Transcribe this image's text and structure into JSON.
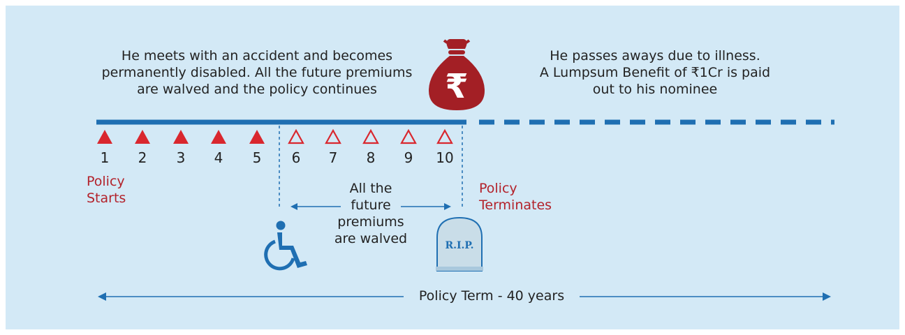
{
  "accident_note": {
    "line1": "He meets with an accident and becomes",
    "line2": "permanently disabled. All the future premiums",
    "line3": "are walved and the policy continues"
  },
  "death_note": {
    "line1": "He passes aways due to illness.",
    "line2": "A Lumpsum Benefit of ₹1Cr is paid",
    "line3": "out to his nominee"
  },
  "money_bag": {
    "symbol": "₹"
  },
  "years": [
    {
      "label": "1",
      "paid": true
    },
    {
      "label": "2",
      "paid": true
    },
    {
      "label": "3",
      "paid": true
    },
    {
      "label": "4",
      "paid": true
    },
    {
      "label": "5",
      "paid": true
    },
    {
      "label": "6",
      "paid": false
    },
    {
      "label": "7",
      "paid": false
    },
    {
      "label": "8",
      "paid": false
    },
    {
      "label": "9",
      "paid": false
    },
    {
      "label": "10",
      "paid": false
    }
  ],
  "policy_starts": {
    "line1": "Policy",
    "line2": "Starts"
  },
  "policy_terminates": {
    "line1": "Policy",
    "line2": "Terminates"
  },
  "waived_note": {
    "line1": "All the",
    "line2": "future",
    "line3": "premiums",
    "line4": "are walved"
  },
  "tombstone_text": "R.I.P.",
  "policy_term_label": "Policy Term - 40 years",
  "colors": {
    "background": "#d3e9f6",
    "timeline_blue": "#1f6fb2",
    "premium_red": "#d9272e",
    "label_red": "#b3222b",
    "bag_red": "#a31f25"
  },
  "icons": [
    "money-bag-icon",
    "wheelchair-icon",
    "tombstone-icon"
  ]
}
